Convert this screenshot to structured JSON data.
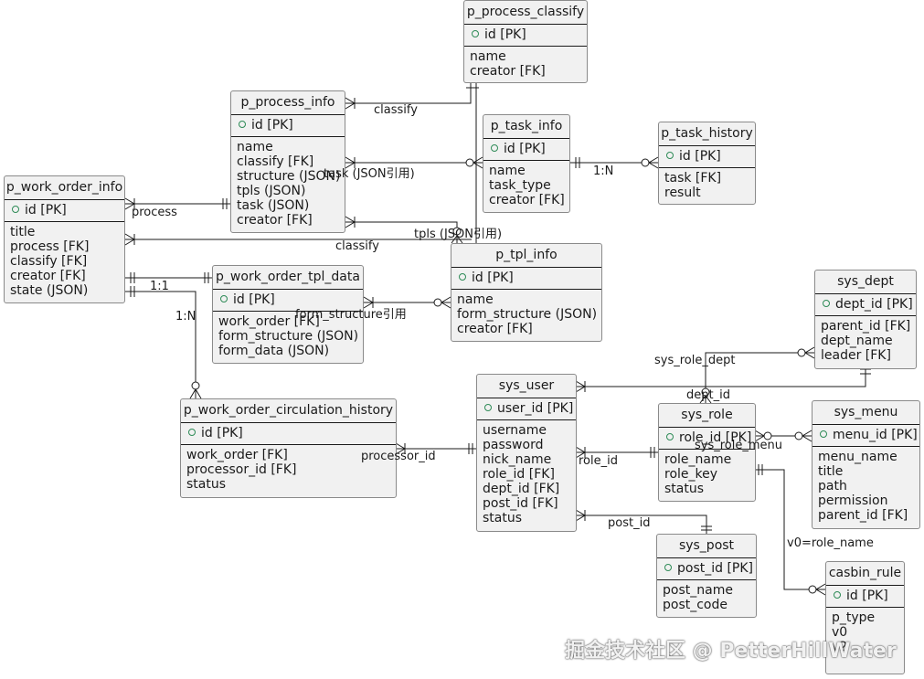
{
  "entities": {
    "p_process_classify": {
      "name": "p_process_classify",
      "pk": "id [PK]",
      "attrs": [
        "name",
        "creator [FK]"
      ]
    },
    "p_process_info": {
      "name": "p_process_info",
      "pk": "id [PK]",
      "attrs": [
        "name",
        "classify [FK]",
        "structure (JSON)",
        "tpls (JSON)",
        "task (JSON)",
        "creator [FK]"
      ]
    },
    "p_task_info": {
      "name": "p_task_info",
      "pk": "id [PK]",
      "attrs": [
        "name",
        "task_type",
        "creator [FK]"
      ]
    },
    "p_task_history": {
      "name": "p_task_history",
      "pk": "id [PK]",
      "attrs": [
        "task [FK]",
        "result"
      ]
    },
    "p_work_order_info": {
      "name": "p_work_order_info",
      "pk": "id [PK]",
      "attrs": [
        "title",
        "process [FK]",
        "classify [FK]",
        "creator [FK]",
        "state (JSON)"
      ]
    },
    "p_tpl_info": {
      "name": "p_tpl_info",
      "pk": "id [PK]",
      "attrs": [
        "name",
        "form_structure (JSON)",
        "creator [FK]"
      ]
    },
    "p_work_order_tpl_data": {
      "name": "p_work_order_tpl_data",
      "pk": "id [PK]",
      "attrs": [
        "work_order [FK]",
        "form_structure (JSON)",
        "form_data (JSON)"
      ]
    },
    "sys_dept": {
      "name": "sys_dept",
      "pk": "dept_id [PK]",
      "attrs": [
        "parent_id [FK]",
        "dept_name",
        "leader [FK]"
      ]
    },
    "sys_user": {
      "name": "sys_user",
      "pk": "user_id [PK]",
      "attrs": [
        "username",
        "password",
        "nick_name",
        "role_id [FK]",
        "dept_id [FK]",
        "post_id [FK]",
        "status"
      ]
    },
    "sys_role": {
      "name": "sys_role",
      "pk": "role_id [PK]",
      "attrs": [
        "role_name",
        "role_key",
        "status"
      ]
    },
    "sys_menu": {
      "name": "sys_menu",
      "pk": "menu_id [PK]",
      "attrs": [
        "menu_name",
        "title",
        "path",
        "permission",
        "parent_id [FK]"
      ]
    },
    "p_work_order_circulation_history": {
      "name": "p_work_order_circulation_history",
      "pk": "id [PK]",
      "attrs": [
        "work_order [FK]",
        "processor_id [FK]",
        "status"
      ]
    },
    "sys_post": {
      "name": "sys_post",
      "pk": "post_id [PK]",
      "attrs": [
        "post_name",
        "post_code"
      ]
    },
    "casbin_rule": {
      "name": "casbin_rule",
      "pk": "id [PK]",
      "attrs": [
        "p_type",
        "v0",
        "v2"
      ]
    }
  },
  "relations": {
    "classify1": "classify",
    "task_ref": "task (JSON引用)",
    "one_n_task": "1:N",
    "process": "process",
    "tpls_ref": "tpls (JSON引用)",
    "classify2": "classify",
    "one_one": "1:1",
    "one_n_circ": "1:N",
    "form_structure_ref": "form_structure引用",
    "sys_role_dept": "sys_role_dept",
    "dept_id": "dept_id",
    "sys_role_menu": "sys_role_menu",
    "processor_id": "processor_id",
    "role_id": "role_id",
    "post_id": "post_id",
    "v0_role_name": "v0=role_name"
  },
  "watermark": "掘金技术社区 @ PetterHillWater",
  "colors": {
    "entity_fill": "#f1f1f1",
    "entity_border": "#8a8a8a",
    "line": "#1a1a1a",
    "pk_marker": "#2e8b57"
  }
}
